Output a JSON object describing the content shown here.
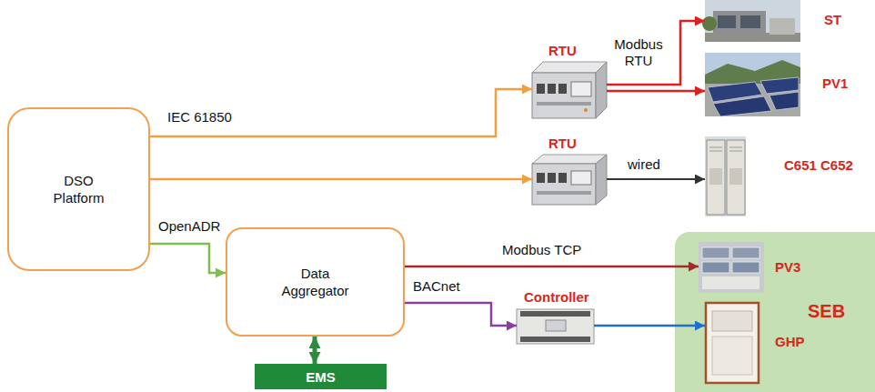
{
  "diagram": {
    "nodes": [
      {
        "text": [
          "DSO Platform"
        ]
      },
      {
        "text": [
          "RTU"
        ]
      },
      {
        "text": [
          "ST"
        ]
      },
      {
        "text": [
          "PV1"
        ]
      },
      {
        "text": [
          "RTU"
        ]
      },
      {
        "text": [
          "C651 C652"
        ]
      },
      {
        "text": [
          "Data Aggregator"
        ]
      },
      {
        "text": [
          "EMS"
        ]
      },
      {
        "text": [
          "Controller"
        ]
      },
      {
        "text": [
          "SEB"
        ]
      },
      {
        "text": [
          "PV3"
        ],
        "in": 9
      },
      {
        "text": [
          "GHP"
        ],
        "in": 9
      }
    ],
    "edges": [
      {
        "from": 0,
        "to": 1,
        "arrow": "to",
        "label": "IEC 61850"
      },
      {
        "from": 1,
        "to": 2,
        "arrow": "to",
        "label": "Modbus RTU"
      },
      {
        "from": 1,
        "to": 3,
        "arrow": "to"
      },
      {
        "from": 0,
        "to": 4,
        "arrow": "to"
      },
      {
        "from": 4,
        "to": 5,
        "arrow": "to",
        "label": "wired"
      },
      {
        "from": 0,
        "to": 6,
        "arrow": "to",
        "label": "OpenADR"
      },
      {
        "from": 6,
        "to": 7,
        "arrow": "both"
      },
      {
        "from": 6,
        "to": 10,
        "arrow": "to",
        "label": "Modbus TCP"
      },
      {
        "from": 6,
        "to": 8,
        "arrow": "to",
        "label": "BACnet"
      },
      {
        "from": 8,
        "to": 11,
        "arrow": "to"
      }
    ]
  }
}
